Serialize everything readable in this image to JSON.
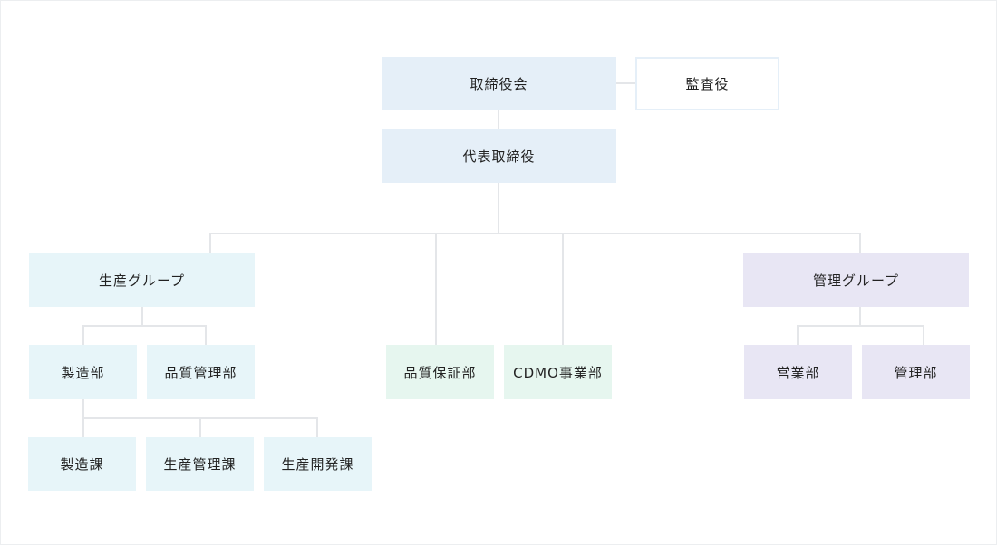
{
  "org": {
    "board": "取締役会",
    "auditor": "監査役",
    "ceo": "代表取締役",
    "production_group": {
      "label": "生産グループ",
      "manufacturing_dept": "製造部",
      "quality_control_dept": "品質管理部",
      "sections": {
        "manufacturing": "製造課",
        "production_control": "生産管理課",
        "production_development": "生産開発課"
      }
    },
    "quality_assurance_dept": "品質保証部",
    "cdmo_dept": "CDMO事業部",
    "management_group": {
      "label": "管理グループ",
      "sales_dept": "営業部",
      "admin_dept": "管理部"
    }
  },
  "colors": {
    "executive": "#e5eff8",
    "production": "#e7f5f9",
    "quality": "#e6f6ef",
    "management": "#e8e6f4",
    "connector": "#e4e6e9"
  }
}
